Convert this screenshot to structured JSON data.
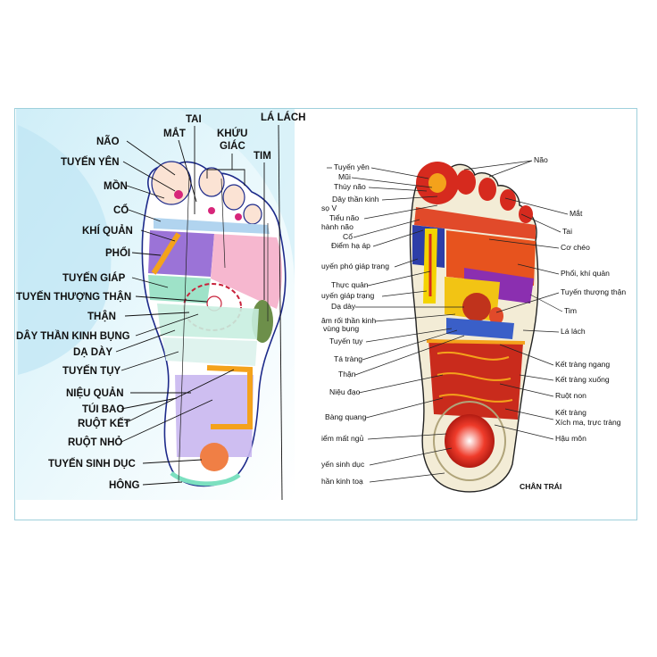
{
  "left_foot": {
    "labels": {
      "nao": "NÃO",
      "tuyen_yen": "TUYẾN YÊN",
      "mon": "MỒN",
      "co": "CỔ",
      "khi_quan": "KHÍ QUẢN",
      "phoi": "PHỔI",
      "tuyen_giap": "TUYẾN GIÁP",
      "tuyen_thuong_than": "TUYẾN THƯỢNG THẬN",
      "than": "THẬN",
      "day_than_kinh_bung": "DÂY THẦN KINH BỤNG",
      "da_day": "DẠ DÀY",
      "tuyen_tuy": "TUYẾN TỤY",
      "nieu_quan": "NIỆU QUẢN",
      "tui_bao": "TÚI BAO",
      "ruot_ket": "RUỘT KẾT",
      "ruot_nho": "RUỘT NHỎ",
      "tuyen_sinh_duc": "TUYẾN SINH DỤC",
      "hong": "HÔNG",
      "mat": "MẮT",
      "tai": "TAI",
      "khuu_giac_1": "KHỨU",
      "khuu_giac_2": "GIÁC",
      "la_lach": "LÁ LÁCH",
      "tim": "TIM"
    }
  },
  "right_foot": {
    "caption": "CHÂN TRÁI",
    "labels": {
      "tuyen_yen": "Tuyến yên",
      "mui": "Mũi",
      "thuy_nao": "Thùy não",
      "day_than_kinh_so_v_1": "Dây thần kinh",
      "day_than_kinh_so_v_2": "sọ V",
      "tieu_nao_hanh_nao_1": "Tiểu não",
      "tieu_nao_hanh_nao_2": "hành não",
      "co": "Cổ",
      "diem_ha_ap": "Điểm hạ áp",
      "tuyen_pho_giap_trang": "uyến phó giáp trạng",
      "thuc_quan": "Thực quản",
      "tuyen_giap_trang": "uyến giáp trạng",
      "da_day": "Dạ dày",
      "day_than_kinh_vung_bung_1": "âm rối thần kinh",
      "day_than_kinh_vung_bung_2": "vùng bụng",
      "tuyen_tuy": "Tuyến tụy",
      "ta_trang": "Tá tràng",
      "than": "Thận",
      "nieu_dao": "Niệu đạo",
      "bang_quang": "Bàng quang",
      "diem_mat_ngu": "iểm mất ngủ",
      "tuyen_sinh_duc": "yến sinh dục",
      "than_kinh_toa": "hần kinh toạ",
      "nao": "Não",
      "mat": "Mắt",
      "tai": "Tai",
      "co_cheo": "Cơ chéo",
      "phoi_khi_quan": "Phổi, khí quản",
      "tuyen_thuong_than": "Tuyến thượng thận",
      "tim": "Tim",
      "la_lach": "Lá lách",
      "ket_trang_ngang": "Kết tràng ngang",
      "ket_trang_xuong": "Kết tràng xuống",
      "ruot_non": "Ruột non",
      "ket_trang": "Kết tràng",
      "xich_ma_truc_trang": "Xích ma, trực tràng",
      "hau_mon": "Hậu môn"
    }
  }
}
